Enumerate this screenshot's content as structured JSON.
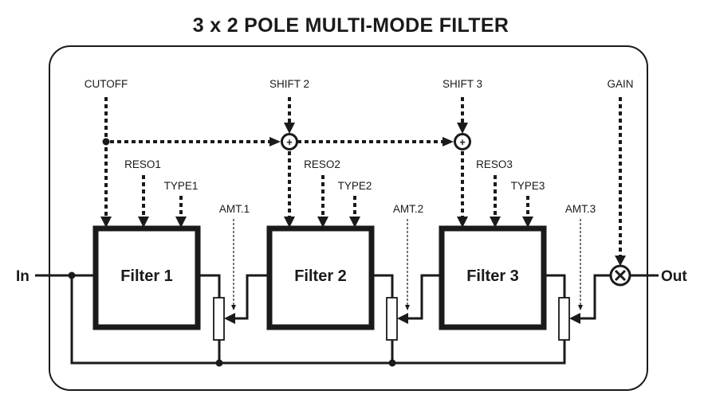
{
  "title": "3 x 2 POLE MULTI-MODE FILTER",
  "io": {
    "input_label": "In",
    "output_label": "Out"
  },
  "controls": {
    "cutoff": "CUTOFF",
    "shift2": "SHIFT 2",
    "shift3": "SHIFT 3",
    "gain": "GAIN"
  },
  "filters": [
    {
      "label": "Filter 1",
      "reso": "RESO1",
      "type": "TYPE1",
      "amount": "AMT.1"
    },
    {
      "label": "Filter 2",
      "reso": "RESO2",
      "type": "TYPE2",
      "amount": "AMT.2"
    },
    {
      "label": "Filter 3",
      "reso": "RESO3",
      "type": "TYPE3",
      "amount": "AMT.3"
    }
  ],
  "operators": {
    "sum_symbol": "+",
    "multiply_symbol": "×"
  },
  "colors": {
    "ink": "#1a1a1a",
    "background": "#ffffff"
  }
}
